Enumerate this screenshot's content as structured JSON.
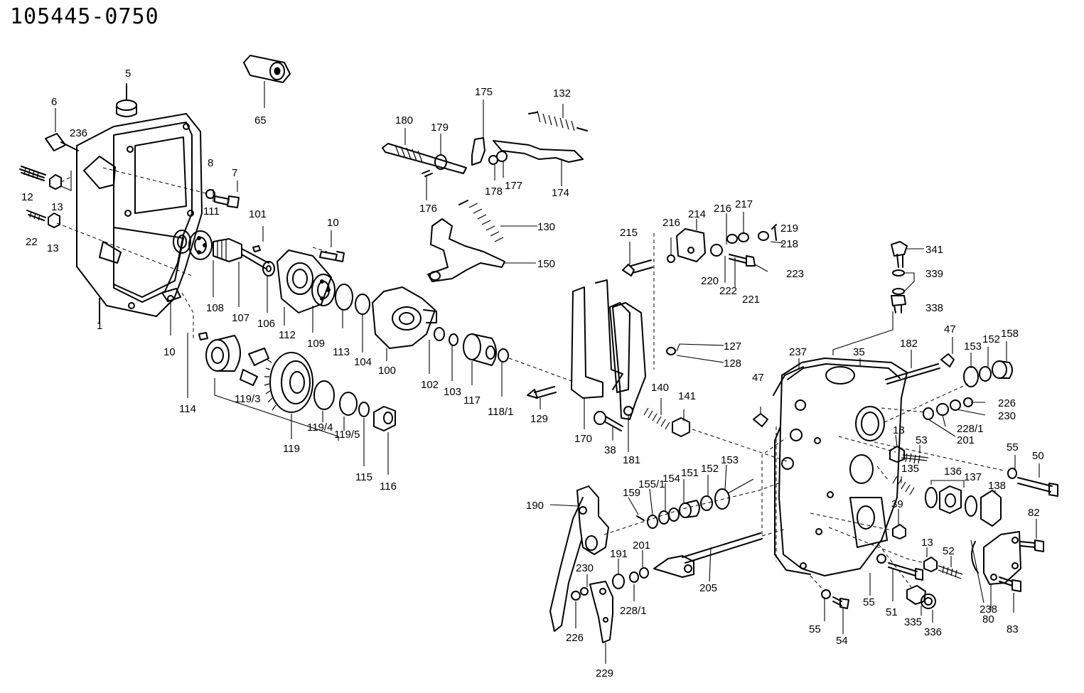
{
  "title": "105445-0750",
  "labels": [
    {
      "key": "l5",
      "text": "5"
    },
    {
      "key": "l6",
      "text": "6"
    },
    {
      "key": "l236",
      "text": "236"
    },
    {
      "key": "l12",
      "text": "12"
    },
    {
      "key": "l13a",
      "text": "13"
    },
    {
      "key": "l22",
      "text": "22"
    },
    {
      "key": "l13b",
      "text": "13"
    },
    {
      "key": "l8",
      "text": "8"
    },
    {
      "key": "l7",
      "text": "7"
    },
    {
      "key": "l111",
      "text": "111"
    },
    {
      "key": "l1",
      "text": "1"
    },
    {
      "key": "l65",
      "text": "65"
    },
    {
      "key": "l101",
      "text": "101"
    },
    {
      "key": "l10a",
      "text": "10"
    },
    {
      "key": "l10b",
      "text": "10"
    },
    {
      "key": "l108",
      "text": "108"
    },
    {
      "key": "l107",
      "text": "107"
    },
    {
      "key": "l106",
      "text": "106"
    },
    {
      "key": "l112",
      "text": "112"
    },
    {
      "key": "l109",
      "text": "109"
    },
    {
      "key": "l113",
      "text": "113"
    },
    {
      "key": "l104",
      "text": "104"
    },
    {
      "key": "l100",
      "text": "100"
    },
    {
      "key": "l114",
      "text": "114"
    },
    {
      "key": "l119_3",
      "text": "119/3"
    },
    {
      "key": "l119",
      "text": "119"
    },
    {
      "key": "l119_4",
      "text": "119/4"
    },
    {
      "key": "l119_5",
      "text": "119/5"
    },
    {
      "key": "l115",
      "text": "115"
    },
    {
      "key": "l116",
      "text": "116"
    },
    {
      "key": "l102",
      "text": "102"
    },
    {
      "key": "l103",
      "text": "103"
    },
    {
      "key": "l117",
      "text": "117"
    },
    {
      "key": "l118_1",
      "text": "118/1"
    },
    {
      "key": "l180",
      "text": "180"
    },
    {
      "key": "l179",
      "text": "179"
    },
    {
      "key": "l175",
      "text": "175"
    },
    {
      "key": "l132",
      "text": "132"
    },
    {
      "key": "l178",
      "text": "178"
    },
    {
      "key": "l177",
      "text": "177"
    },
    {
      "key": "l174",
      "text": "174"
    },
    {
      "key": "l176",
      "text": "176"
    },
    {
      "key": "l130",
      "text": "130"
    },
    {
      "key": "l150",
      "text": "150"
    },
    {
      "key": "l215",
      "text": "215"
    },
    {
      "key": "l216a",
      "text": "216"
    },
    {
      "key": "l214",
      "text": "214"
    },
    {
      "key": "l216b",
      "text": "216"
    },
    {
      "key": "l217",
      "text": "217"
    },
    {
      "key": "l219",
      "text": "219"
    },
    {
      "key": "l218",
      "text": "218"
    },
    {
      "key": "l220",
      "text": "220"
    },
    {
      "key": "l222",
      "text": "222"
    },
    {
      "key": "l221",
      "text": "221"
    },
    {
      "key": "l223",
      "text": "223"
    },
    {
      "key": "l127",
      "text": "127"
    },
    {
      "key": "l128",
      "text": "128"
    },
    {
      "key": "l129",
      "text": "129"
    },
    {
      "key": "l170",
      "text": "170"
    },
    {
      "key": "l38",
      "text": "38"
    },
    {
      "key": "l181",
      "text": "181"
    },
    {
      "key": "l140",
      "text": "140"
    },
    {
      "key": "l141",
      "text": "141"
    },
    {
      "key": "l341",
      "text": "341"
    },
    {
      "key": "l339",
      "text": "339"
    },
    {
      "key": "l338",
      "text": "338"
    },
    {
      "key": "l47a",
      "text": "47"
    },
    {
      "key": "l237",
      "text": "237"
    },
    {
      "key": "l35",
      "text": "35"
    },
    {
      "key": "l182",
      "text": "182"
    },
    {
      "key": "l47b",
      "text": "47"
    },
    {
      "key": "l153a",
      "text": "153"
    },
    {
      "key": "l152a",
      "text": "152"
    },
    {
      "key": "l158",
      "text": "158"
    },
    {
      "key": "l226a",
      "text": "226"
    },
    {
      "key": "l230a",
      "text": "230"
    },
    {
      "key": "l228_1a",
      "text": "228/1"
    },
    {
      "key": "l201a",
      "text": "201"
    },
    {
      "key": "l13c",
      "text": "13"
    },
    {
      "key": "l53",
      "text": "53"
    },
    {
      "key": "l55a",
      "text": "55"
    },
    {
      "key": "l50",
      "text": "50"
    },
    {
      "key": "l135",
      "text": "135"
    },
    {
      "key": "l136",
      "text": "136"
    },
    {
      "key": "l137",
      "text": "137"
    },
    {
      "key": "l138",
      "text": "138"
    },
    {
      "key": "l39",
      "text": "39"
    },
    {
      "key": "l82",
      "text": "82"
    },
    {
      "key": "l13d",
      "text": "13"
    },
    {
      "key": "l52",
      "text": "52"
    },
    {
      "key": "l238",
      "text": "238"
    },
    {
      "key": "l80",
      "text": "80"
    },
    {
      "key": "l83",
      "text": "83"
    },
    {
      "key": "l55b",
      "text": "55"
    },
    {
      "key": "l51",
      "text": "51"
    },
    {
      "key": "l335",
      "text": "335"
    },
    {
      "key": "l336",
      "text": "336"
    },
    {
      "key": "l55c",
      "text": "55"
    },
    {
      "key": "l54",
      "text": "54"
    },
    {
      "key": "l190",
      "text": "190"
    },
    {
      "key": "l159",
      "text": "159"
    },
    {
      "key": "l155_1",
      "text": "155/1"
    },
    {
      "key": "l154",
      "text": "154"
    },
    {
      "key": "l151",
      "text": "151"
    },
    {
      "key": "l152b",
      "text": "152"
    },
    {
      "key": "l153b",
      "text": "153"
    },
    {
      "key": "l191",
      "text": "191"
    },
    {
      "key": "l201b",
      "text": "201"
    },
    {
      "key": "l230b",
      "text": "230"
    },
    {
      "key": "l228_1b",
      "text": "228/1"
    },
    {
      "key": "l226b",
      "text": "226"
    },
    {
      "key": "l205",
      "text": "205"
    },
    {
      "key": "l229",
      "text": "229"
    }
  ]
}
